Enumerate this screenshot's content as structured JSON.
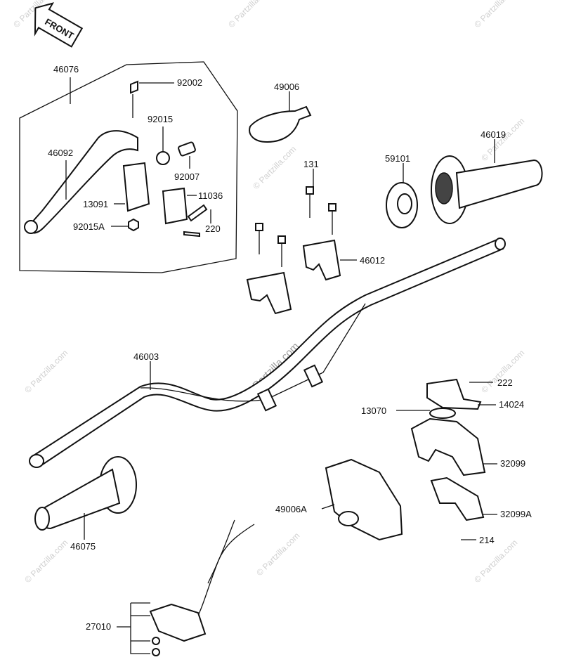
{
  "diagram": {
    "front_label": "FRONT",
    "callouts": {
      "c46076": "46076",
      "c92002": "92002",
      "c92015": "92015",
      "c46092": "46092",
      "c92007": "92007",
      "c11036": "11036",
      "c13091": "13091",
      "c220": "220",
      "c92015A": "92015A",
      "c49006": "49006",
      "c131": "131",
      "c59101": "59101",
      "c46019": "46019",
      "c46012": "46012",
      "c46003": "46003",
      "c222": "222",
      "c13070": "13070",
      "c14024": "14024",
      "c32099": "32099",
      "c49006A": "49006A",
      "c32099A": "32099A",
      "c214": "214",
      "c46075": "46075",
      "c27010": "27010"
    },
    "watermark_center": "© Partzilla.com",
    "watermark_small": "© Partzilla.com"
  }
}
